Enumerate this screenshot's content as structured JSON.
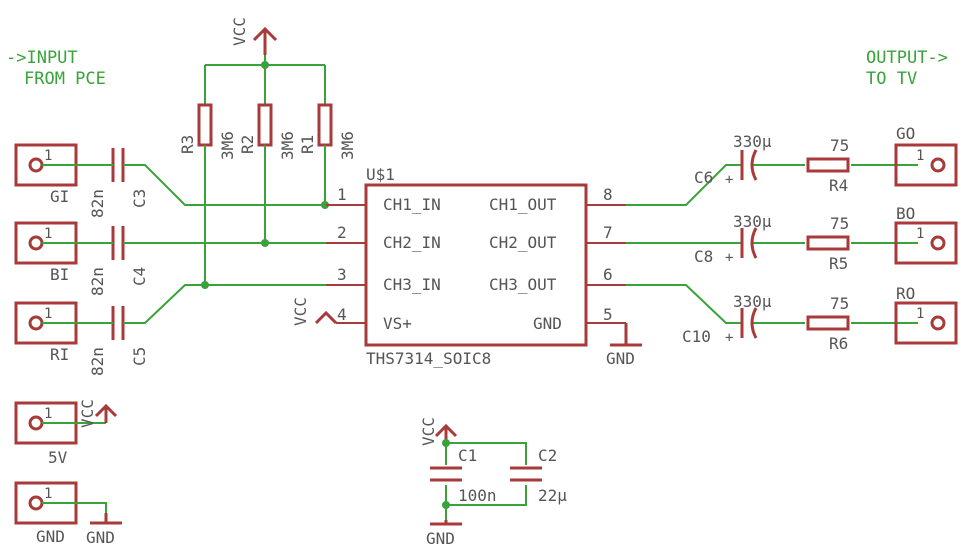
{
  "notes": {
    "input": [
      "->INPUT",
      "FROM PCE"
    ],
    "output": [
      "OUTPUT->",
      "TO TV"
    ]
  },
  "power": {
    "vcc": "VCC",
    "gnd": "GND"
  },
  "inputs": [
    {
      "label": "GI",
      "pin": "1",
      "cap_name": "C3",
      "cap_value": "82n"
    },
    {
      "label": "BI",
      "pin": "1",
      "cap_name": "C4",
      "cap_value": "82n"
    },
    {
      "label": "RI",
      "pin": "1",
      "cap_name": "C5",
      "cap_value": "82n"
    }
  ],
  "resistors_top": [
    {
      "name": "R3",
      "value": "3M6"
    },
    {
      "name": "R2",
      "value": "3M6"
    },
    {
      "name": "R1",
      "value": "3M6"
    }
  ],
  "ic": {
    "ref": "U$1",
    "part": "THS7314_SOIC8",
    "left_pins": [
      {
        "num": "1",
        "name": "CH1_IN"
      },
      {
        "num": "2",
        "name": "CH2_IN"
      },
      {
        "num": "3",
        "name": "CH3_IN"
      },
      {
        "num": "4",
        "name": "VS+"
      }
    ],
    "right_pins": [
      {
        "num": "8",
        "name": "CH1_OUT"
      },
      {
        "num": "7",
        "name": "CH2_OUT"
      },
      {
        "num": "6",
        "name": "CH3_OUT"
      },
      {
        "num": "5",
        "name": "GND"
      }
    ]
  },
  "outputs": [
    {
      "label": "GO",
      "pin": "1",
      "cap_name": "C6",
      "cap_value": "330µ",
      "res_name": "R4",
      "res_value": "75"
    },
    {
      "label": "BO",
      "pin": "1",
      "cap_name": "C8",
      "cap_value": "330µ",
      "res_name": "R5",
      "res_value": "75"
    },
    {
      "label": "RO",
      "pin": "1",
      "cap_name": "C10",
      "cap_value": "330µ",
      "res_name": "R6",
      "res_value": "75"
    }
  ],
  "supply_connectors": [
    {
      "label": "5V",
      "pin": "1"
    },
    {
      "label": "GND",
      "pin": "1"
    }
  ],
  "decoupling": [
    {
      "name": "C1",
      "value": "100n"
    },
    {
      "name": "C2",
      "value": "22µ"
    }
  ],
  "polarity_mark": "+"
}
